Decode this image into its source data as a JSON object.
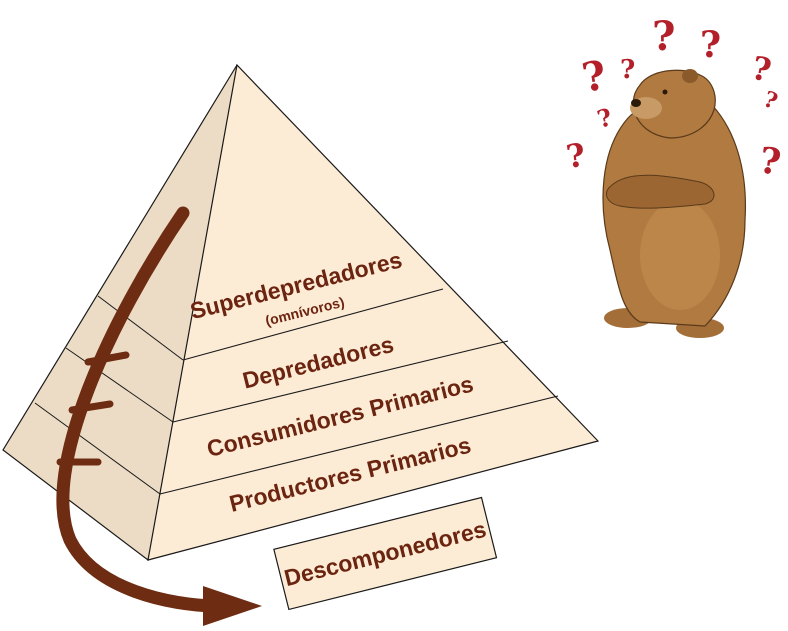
{
  "pyramid": {
    "levels": [
      {
        "label": "Superdepredadores",
        "sublabel": "(omnívoros)"
      },
      {
        "label": "Depredadores"
      },
      {
        "label": "Consumidores Primarios"
      },
      {
        "label": "Productores Primarios"
      }
    ]
  },
  "decomposers": {
    "label": "Descomponedores"
  },
  "bear": {
    "icon": "confused-bear-icon",
    "question_mark": "?"
  },
  "colors": {
    "pyramid_fill": "#fcebd5",
    "pyramid_shadow": "#ecdcc5",
    "outline": "#1a1a1a",
    "text": "#6b2410",
    "arrow": "#6e2c12",
    "question": "#b3202a",
    "bear": "#b07a40"
  }
}
